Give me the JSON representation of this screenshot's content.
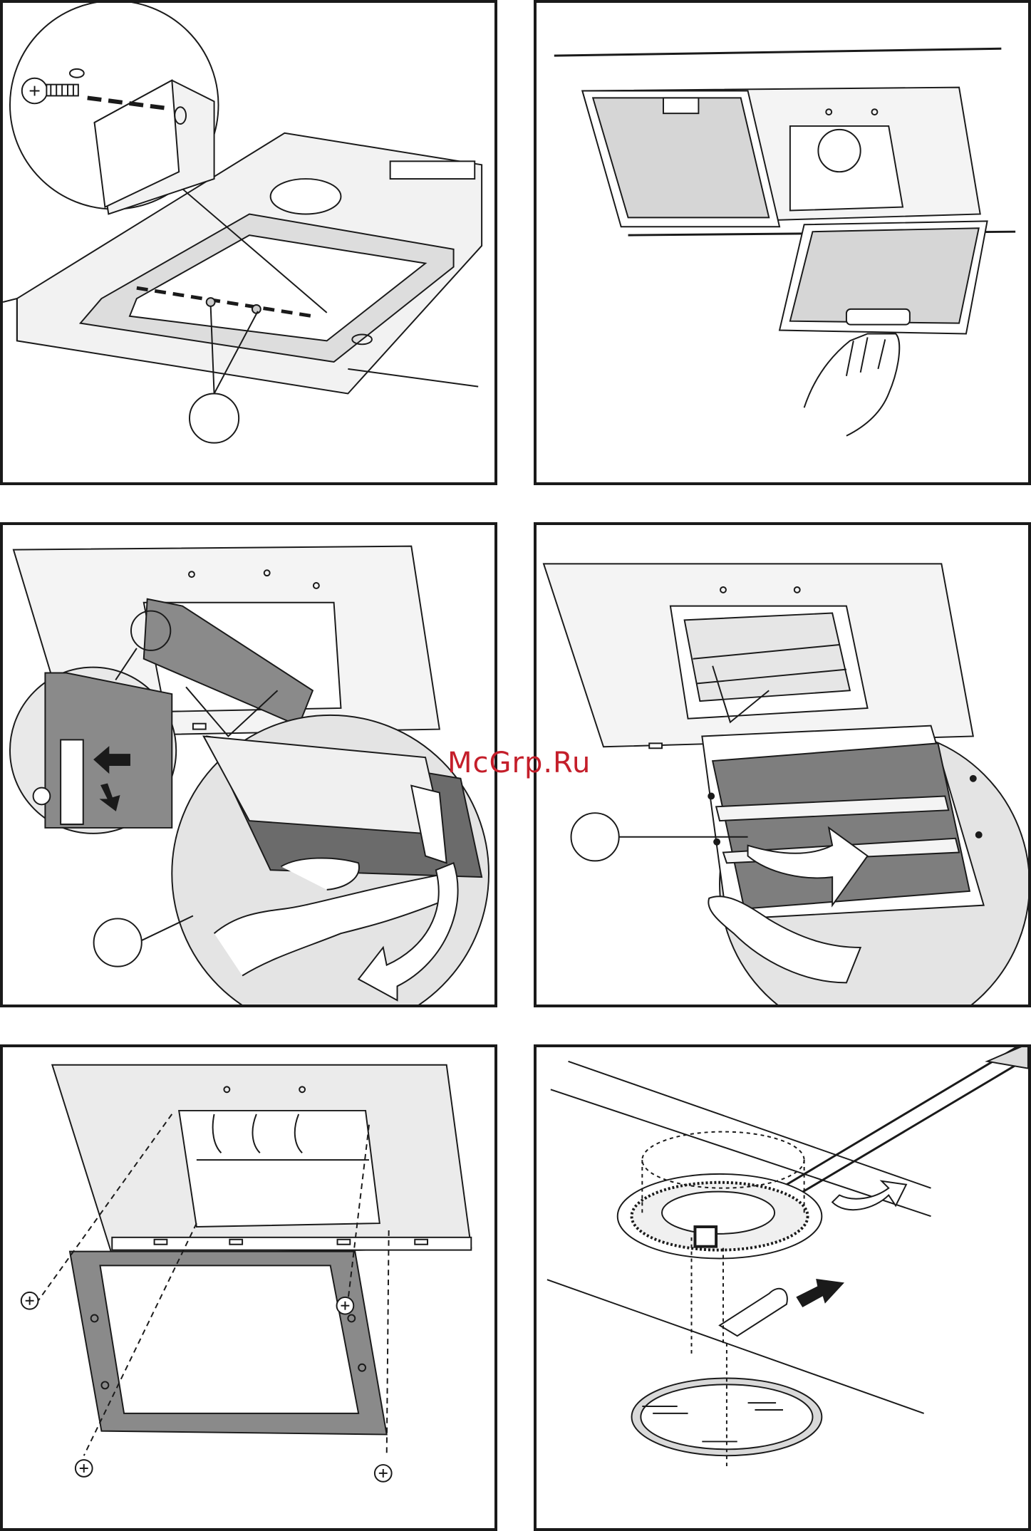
{
  "watermark": {
    "text": "McGrp.Ru",
    "color": "#c41e2a"
  },
  "panels": [
    {
      "name": "panel-screw-mounting"
    },
    {
      "name": "panel-grease-filter-removal"
    },
    {
      "name": "panel-carbon-filter-insert"
    },
    {
      "name": "panel-carbon-filter-rotate"
    },
    {
      "name": "panel-frame-screws"
    },
    {
      "name": "panel-lamp-replacement"
    }
  ],
  "colors": {
    "line": "#1a1a1a",
    "fill_light": "#e9e9e9",
    "fill_mid": "#c8c8c8",
    "fill_dark": "#8a8a8a"
  }
}
